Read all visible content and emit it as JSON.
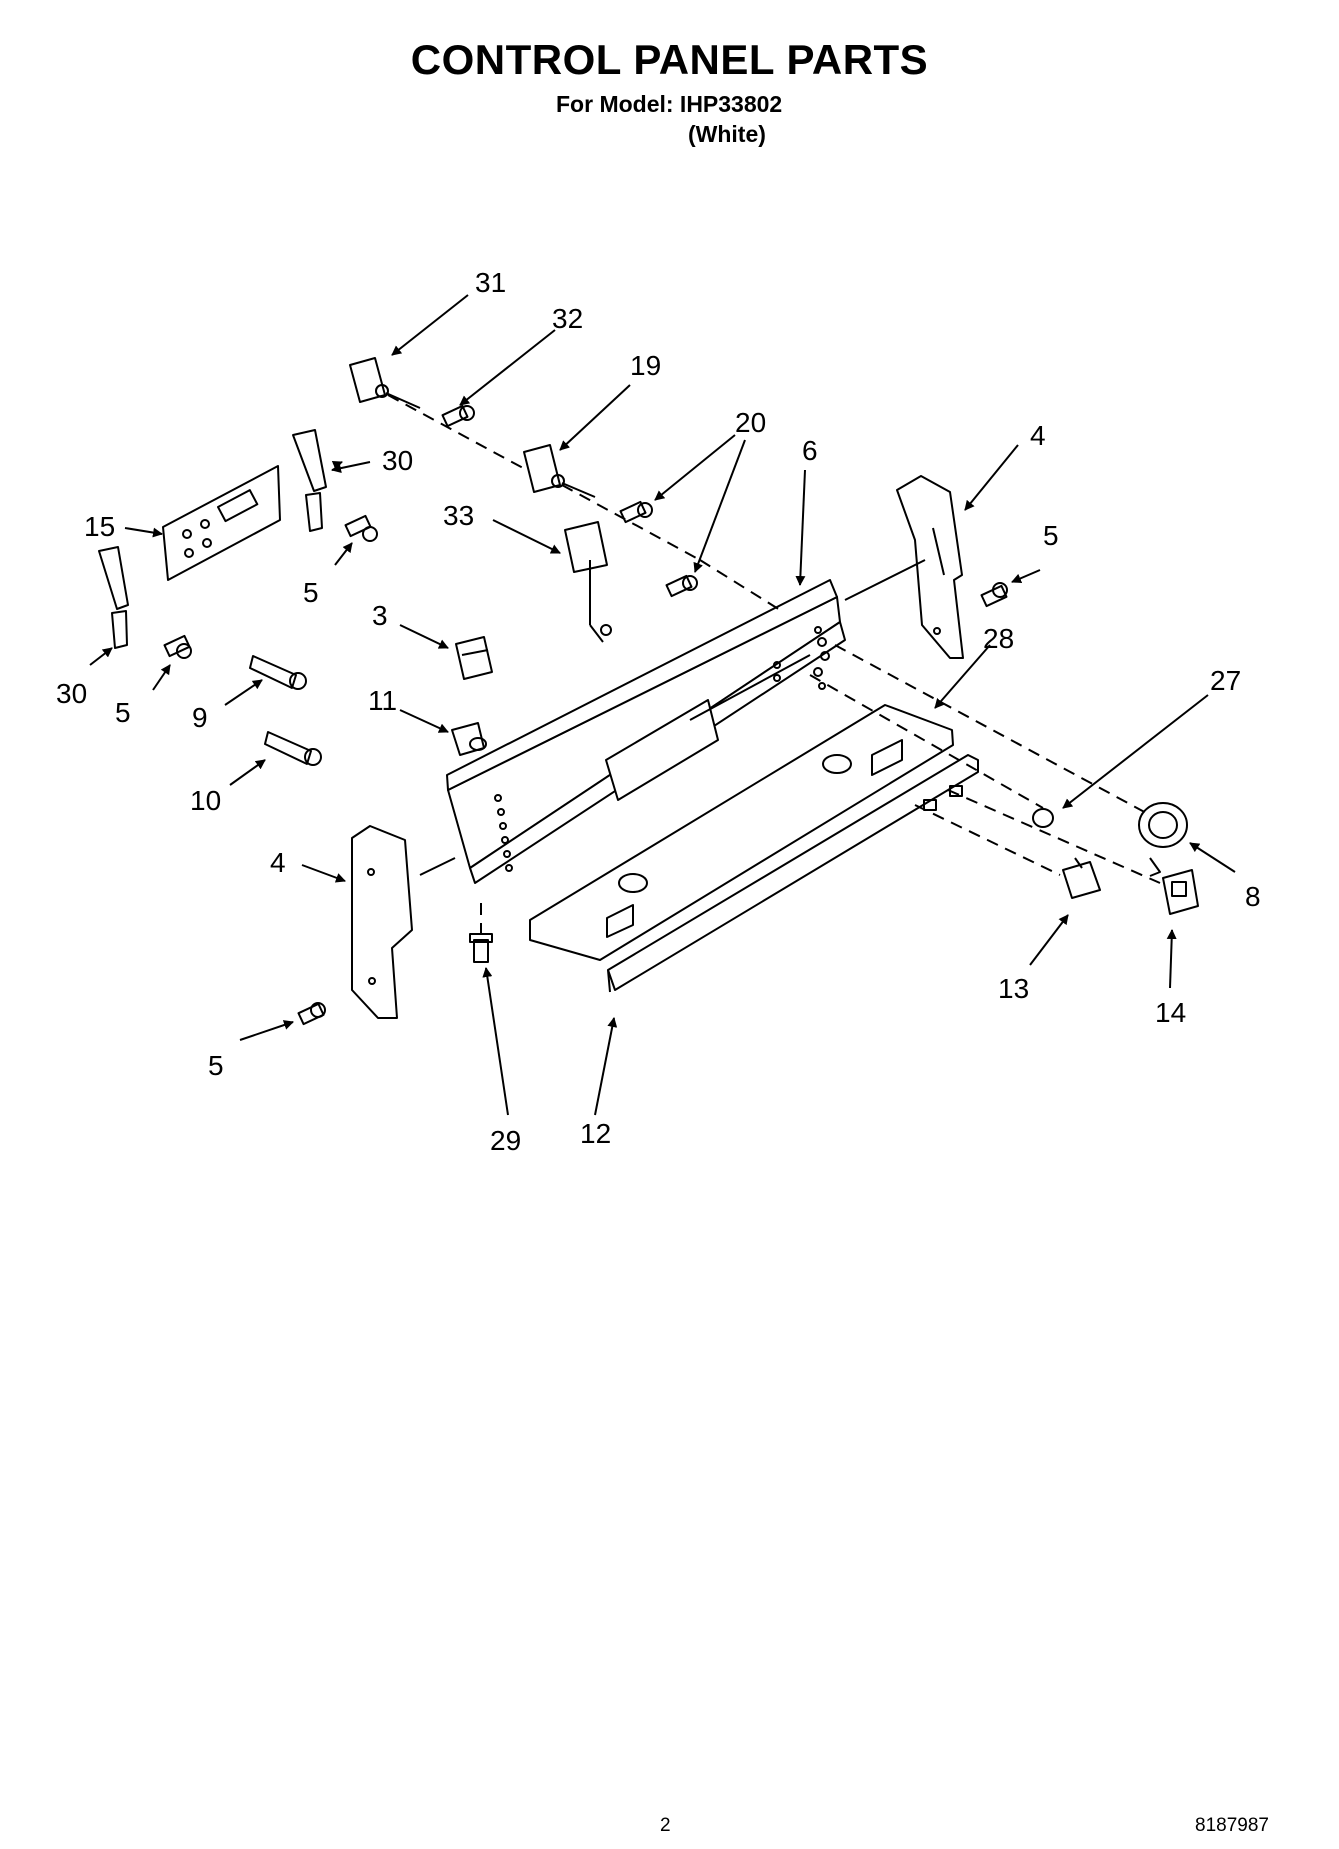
{
  "header": {
    "title": "CONTROL PANEL PARTS",
    "model_line": "For Model: IHP33802",
    "variant": "(White)"
  },
  "callouts": [
    "31",
    "32",
    "19",
    "20",
    "6",
    "4",
    "30",
    "15",
    "33",
    "5",
    "3",
    "28",
    "27",
    "9",
    "11",
    "10",
    "8",
    "13",
    "14",
    "29",
    "12"
  ],
  "footer": {
    "page_number": "2",
    "document_number": "8187987"
  }
}
